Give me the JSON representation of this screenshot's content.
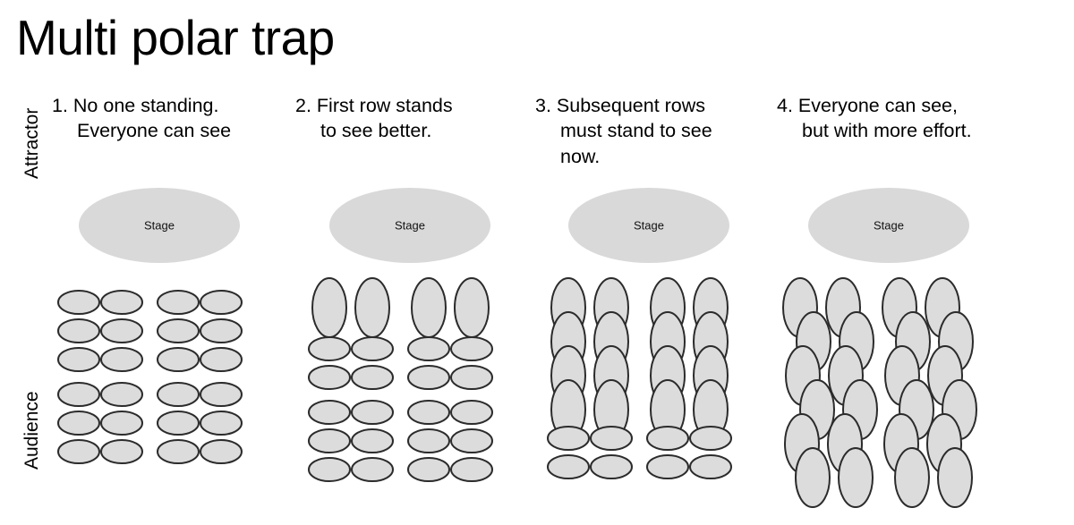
{
  "page": {
    "title": "Multi polar trap",
    "background_color": "#ffffff",
    "text_color": "#000000"
  },
  "axis_labels": {
    "attractor": "Attractor",
    "audience": "Audience"
  },
  "colors": {
    "stage_fill": "#d9d9d9",
    "person_fill": "#dcdcdc",
    "person_stroke": "#2b2b2b"
  },
  "stage": {
    "label": "Stage"
  },
  "panels": [
    {
      "number": "1.",
      "caption": "1. No one standing.\nEveryone can see",
      "stage_label": "Stage",
      "standing_rows": 0,
      "seated_rows": 6,
      "columns": 4,
      "state": "all-seated"
    },
    {
      "number": "2.",
      "caption": "2. First row stands\nto see better.",
      "stage_label": "Stage",
      "standing_rows": 1,
      "seated_rows": 5,
      "columns": 4,
      "state": "front-row-standing"
    },
    {
      "number": "3.",
      "caption": "3. Subsequent rows\nmust stand to see\nnow.",
      "stage_label": "Stage",
      "standing_rows": 4,
      "seated_rows": 2,
      "columns": 4,
      "state": "most-rows-standing"
    },
    {
      "number": "4.",
      "caption": "4. Everyone can see,\nbut with more effort.",
      "stage_label": "Stage",
      "standing_rows": 6,
      "seated_rows": 0,
      "columns": 4,
      "state": "all-standing"
    }
  ]
}
